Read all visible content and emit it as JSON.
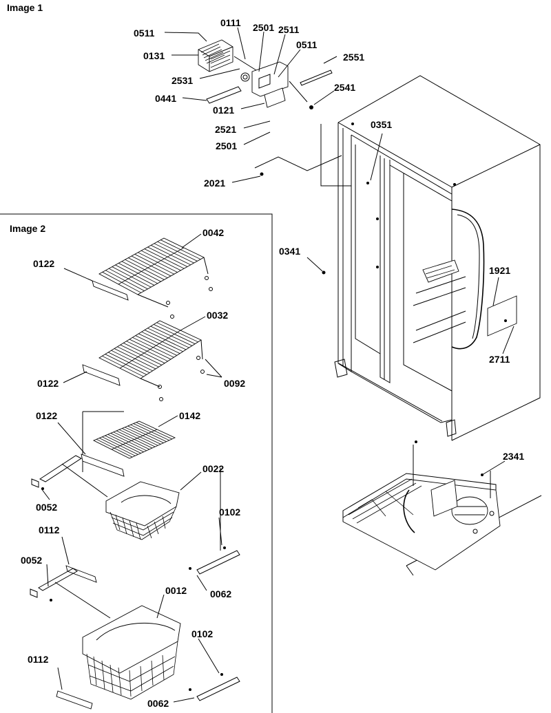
{
  "captions": {
    "image1": "Image 1",
    "image2": "Image 2"
  },
  "callouts": {
    "c0511a": "0511",
    "c0131": "0131",
    "c0111": "0111",
    "c2501a": "2501",
    "c2511": "2511",
    "c0511b": "0511",
    "c2551": "2551",
    "c2531": "2531",
    "c0441": "0441",
    "c2541": "2541",
    "c0121": "0121",
    "c2521": "2521",
    "c2501b": "2501",
    "c2021": "2021",
    "c0351": "0351",
    "c0341": "0341",
    "c1921": "1921",
    "c2711": "2711",
    "c2341": "2341",
    "c0042": "0042",
    "c0122a": "0122",
    "c0032": "0032",
    "c0122b": "0122",
    "c0092": "0092",
    "c0122c": "0122",
    "c0142": "0142",
    "c0022": "0022",
    "c0052a": "0052",
    "c0102a": "0102",
    "c0112a": "0112",
    "c0052b": "0052",
    "c0062a": "0062",
    "c0012": "0012",
    "c0102b": "0102",
    "c0112b": "0112",
    "c0062b": "0062"
  }
}
